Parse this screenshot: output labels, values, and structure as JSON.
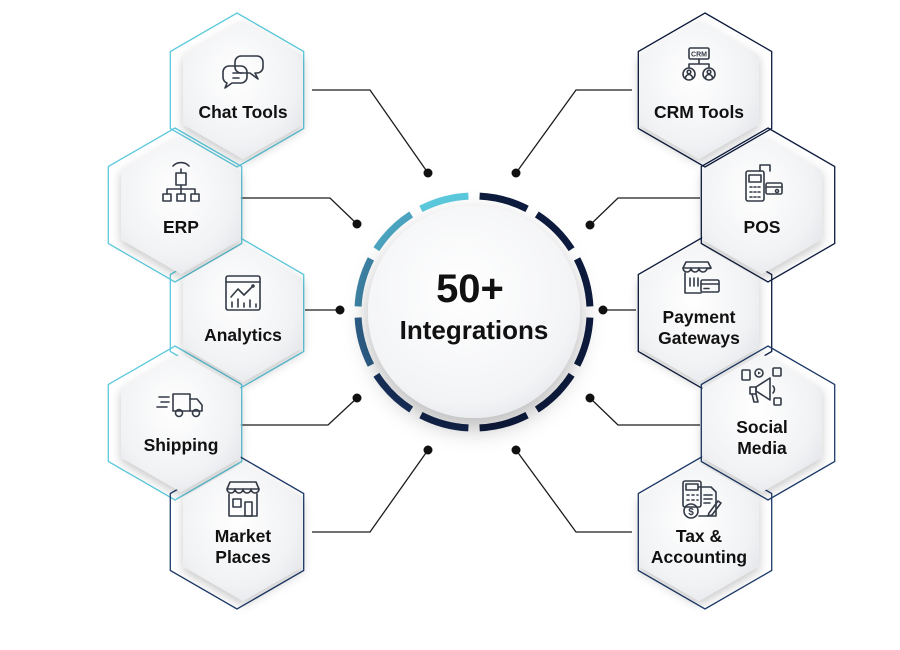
{
  "center": {
    "number": "50+",
    "label": "Integrations"
  },
  "left_items": [
    {
      "id": "chat-tools",
      "lines": [
        "Chat Tools"
      ],
      "icon": "chat-bubbles-icon"
    },
    {
      "id": "erp",
      "lines": [
        "ERP"
      ],
      "icon": "network-building-icon"
    },
    {
      "id": "analytics",
      "lines": [
        "Analytics"
      ],
      "icon": "analytics-chart-icon"
    },
    {
      "id": "shipping",
      "lines": [
        "Shipping"
      ],
      "icon": "delivery-truck-icon"
    },
    {
      "id": "market-places",
      "lines": [
        "Market",
        "Places"
      ],
      "icon": "storefront-icon"
    }
  ],
  "right_items": [
    {
      "id": "crm-tools",
      "lines": [
        "CRM Tools"
      ],
      "icon": "crm-people-icon",
      "icon_text": "CRM"
    },
    {
      "id": "pos",
      "lines": [
        "POS"
      ],
      "icon": "pos-terminal-icon"
    },
    {
      "id": "payment-gateways",
      "lines": [
        "Payment",
        "Gateways"
      ],
      "icon": "shop-card-icon"
    },
    {
      "id": "social-media",
      "lines": [
        "Social",
        "Media"
      ],
      "icon": "megaphone-icon"
    },
    {
      "id": "tax-accounting",
      "lines": [
        "Tax &",
        "Accounting"
      ],
      "icon": "calculator-document-icon"
    }
  ],
  "colors": {
    "light_blue": "#5cc9dd",
    "dark_navy": "#0d1b3e",
    "mid_navy": "#1d3a6b",
    "hex_fill": "#f1f2f4"
  }
}
